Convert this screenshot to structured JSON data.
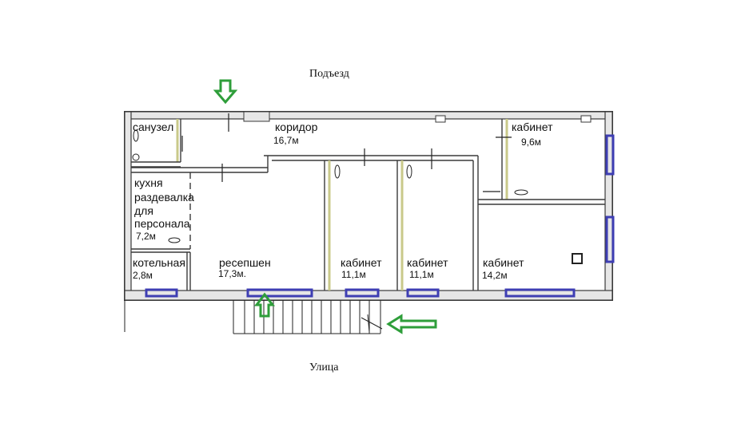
{
  "labels": {
    "top": "Подъезд",
    "bottom": "Улица"
  },
  "rooms": {
    "sanuzel": {
      "name": "санузел"
    },
    "koridor": {
      "name": "коридор",
      "area": "16,7м"
    },
    "kabinet_ne": {
      "name": "кабинет",
      "area": "9,6м"
    },
    "kuhnya": {
      "name_lines": [
        "кухня",
        "раздевалка",
        "для",
        "персонала"
      ],
      "area": "7,2м"
    },
    "kotelnaya": {
      "name": "котельная",
      "area": "2,8м"
    },
    "reception": {
      "name": "ресепшен",
      "area": "17,3м."
    },
    "kabinet_1": {
      "name": "кабинет",
      "area": "11,1м"
    },
    "kabinet_2": {
      "name": "кабинет",
      "area": "11,1м"
    },
    "kabinet_3": {
      "name": "кабинет",
      "area": "14,2м"
    }
  },
  "colors": {
    "wall": "#3a3a3a",
    "wall_fill": "#d9d9d9",
    "partition": "#c9c98a",
    "window": "#3e3eb3",
    "arrow": "#2e9e3a"
  },
  "icons": {
    "entrance_arrows": "green-arrow-icon",
    "windows": "window-marker"
  }
}
